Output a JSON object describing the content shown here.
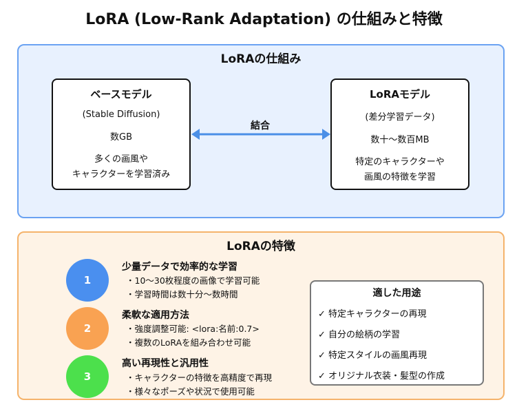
{
  "title": "LoRA (Low-Rank Adaptation) の仕組みと特徴",
  "mechanism": {
    "heading": "LoRAの仕組み",
    "base_model": {
      "name": "ベースモデル",
      "sub": "(Stable Diffusion)",
      "size": "数GB",
      "desc": [
        "多くの画風や",
        "キャラクターを学習済み"
      ]
    },
    "connector_label": "結合",
    "lora_model": {
      "name": "LoRAモデル",
      "sub": "(差分学習データ)",
      "size": "数十〜数百MB",
      "desc": [
        "特定のキャラクターや",
        "画風の特徴を学習"
      ]
    },
    "colors": {
      "panel_bg": "#e8f1fe",
      "panel_border": "#6aa2f2",
      "arrow": "#4a8fe7"
    }
  },
  "features": {
    "heading": "LoRAの特徴",
    "items": [
      {
        "number": "1",
        "color": "#4a8fef",
        "title": "少量データで効率的な学習",
        "bullets": [
          "・10〜30枚程度の画像で学習可能",
          "・学習時間は数十分〜数時間"
        ]
      },
      {
        "number": "2",
        "color": "#f9a252",
        "title": "柔軟な適用方法",
        "bullets": [
          "・強度調整可能: <lora:名前:0.7>",
          "・複数のLoRAを組み合わせ可能"
        ]
      },
      {
        "number": "3",
        "color": "#4ce04c",
        "title": "高い再現性と汎用性",
        "bullets": [
          "・キャラクターの特徴を高精度で再現",
          "・様々なポーズや状況で使用可能"
        ]
      }
    ],
    "uses": {
      "heading": "適した用途",
      "items": [
        "✓ 特定キャラクターの再現",
        "✓ 自分の絵柄の学習",
        "✓ 特定スタイルの画風再現",
        "✓ オリジナル衣装・髪型の作成"
      ]
    },
    "colors": {
      "panel_bg": "#fef3e6",
      "panel_border": "#f5b36b"
    }
  }
}
